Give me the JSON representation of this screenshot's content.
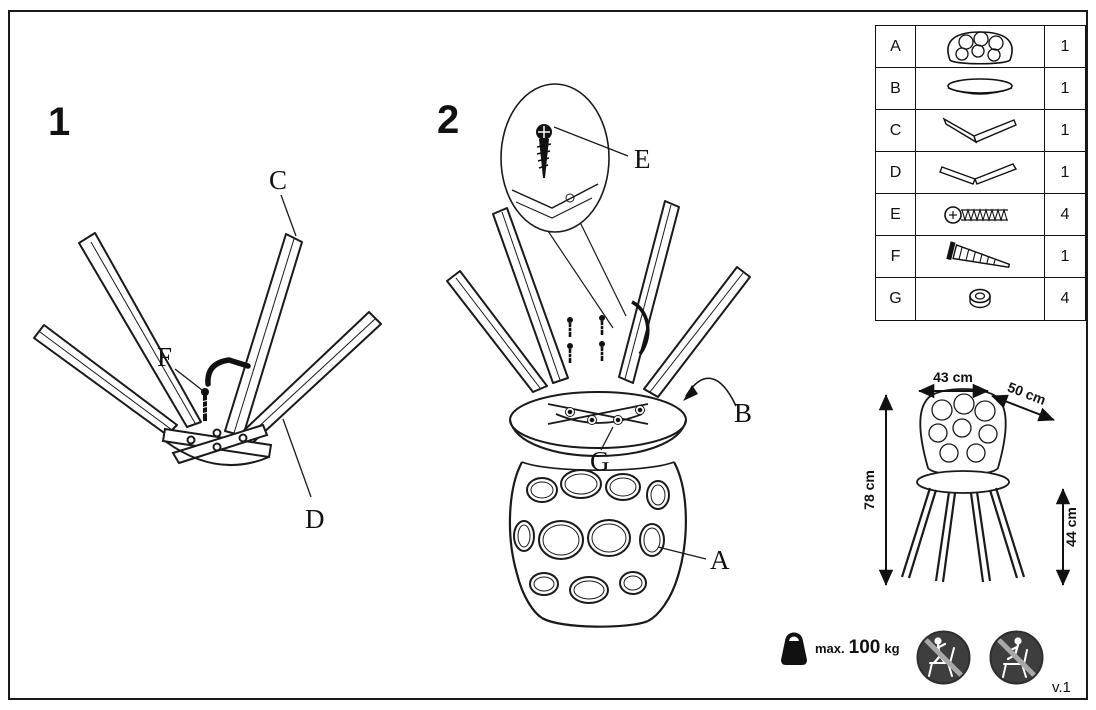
{
  "colors": {
    "line": "#1a1a1a",
    "prohibition_circle": "#3e3e3e"
  },
  "steps": {
    "step1": {
      "number": "1",
      "labels": {
        "c": "C",
        "f": "F",
        "d": "D"
      }
    },
    "step2": {
      "number": "2",
      "labels": {
        "e": "E",
        "b": "B",
        "g": "G",
        "a": "A"
      }
    }
  },
  "parts_table": {
    "rows": [
      {
        "id": "A",
        "qty": "1",
        "icon": "backrest-shell-icon"
      },
      {
        "id": "B",
        "qty": "1",
        "icon": "seat-icon"
      },
      {
        "id": "C",
        "qty": "1",
        "icon": "leg-frame-front-icon"
      },
      {
        "id": "D",
        "qty": "1",
        "icon": "leg-frame-rear-icon"
      },
      {
        "id": "E",
        "qty": "4",
        "icon": "machine-screw-icon"
      },
      {
        "id": "F",
        "qty": "1",
        "icon": "wood-screw-icon"
      },
      {
        "id": "G",
        "qty": "4",
        "icon": "washer-icon"
      }
    ]
  },
  "dimensions_diagram": {
    "width": "43 cm",
    "depth": "50 cm",
    "height": "78 cm",
    "seat_height": "44 cm"
  },
  "max_load": {
    "prefix": "max.",
    "value": "100",
    "unit": "kg",
    "icon": "weight-icon"
  },
  "warnings": [
    {
      "icon": "no-standing-on-chair-icon"
    },
    {
      "icon": "no-climbing-on-chair-icon"
    }
  ],
  "version": "v.1"
}
